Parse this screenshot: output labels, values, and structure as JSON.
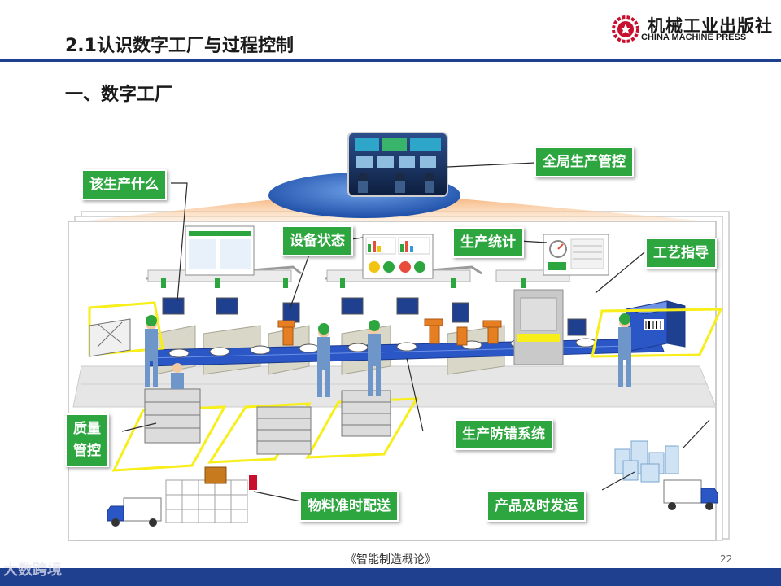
{
  "slide": {
    "title": "2.1认识数字工厂与过程控制",
    "section_heading": "一、数字工厂",
    "footer_caption": "《智能制造概论》",
    "page_number": "22",
    "watermark": "大数跨境"
  },
  "publisher_logo": {
    "name_cn": "机械工业出版社",
    "name_en": "CHINA MACHINE PRESS",
    "icon": "gear-star-emblem-icon",
    "color": "#c8102e"
  },
  "diagram": {
    "callouts": {
      "global_control": "全局生产管控",
      "what_to_produce": "该生产什么",
      "equipment_status": "设备状态",
      "production_stats": "生产统计",
      "process_guidance": "工艺指导",
      "quality_line1": "质量",
      "quality_line2": "管控",
      "error_proofing": "生产防错系统",
      "material_delivery": "物料准时配送",
      "product_shipping": "产品及时发运"
    },
    "colors": {
      "callout_green": "#2ea640",
      "accent_yellow": "#f7ee1a",
      "conveyor_blue": "#2a56c6",
      "floor_gray": "#dcdcdc",
      "worker_blue": "#6f96c8"
    }
  },
  "colors": {
    "title_rule": "#1f3f8f",
    "footer_bar": "#1f3f8f"
  }
}
